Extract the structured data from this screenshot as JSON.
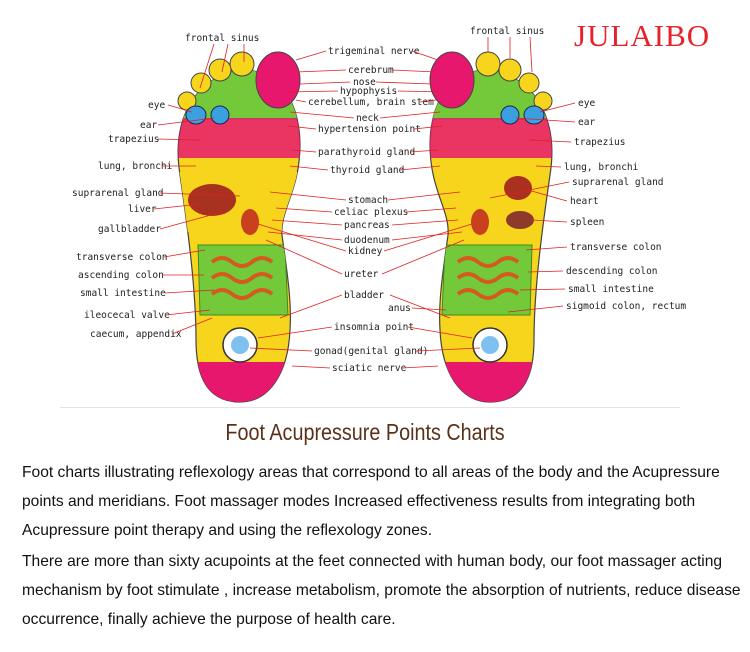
{
  "brand": "JULAIBO",
  "title": "Foot Acupressure Points Charts",
  "paragraphs": [
    "Foot charts illustrating reflexology areas that correspond to all areas of the body and the Acupressure points and meridians. Foot massager modes Increased effectiveness results from integrating both Acupressure point therapy and using the reflexology zones.",
    "There are more than sixty acupoints at the feet connected with human body, our foot massager acting mechanism by foot stimulate , increase metabolism, promote the absorption of nutrients, reduce disease occurrence, finally achieve the purpose of health care."
  ],
  "labels": {
    "left": [
      "frontal sinus",
      "eye",
      "ear",
      "trapezius",
      "lung, bronchi",
      "suprarenal gland",
      "liver",
      "gallbladder",
      "transverse colon",
      "ascending colon",
      "small intestine",
      "ileocecal valve",
      "caecum, appendix"
    ],
    "center": [
      "trigeminal nerve",
      "cerebrum",
      "nose",
      "hypophysis",
      "cerebellum, brain stem",
      "neck",
      "hypertension point",
      "parathyroid gland",
      "thyroid gland",
      "stomach",
      "celiac plexus",
      "pancreas",
      "duodenum",
      "kidney",
      "ureter",
      "bladder",
      "anus",
      "insomnia point",
      "gonad(genital gland)",
      "sciatic nerve"
    ],
    "right": [
      "frontal sinus",
      "eye",
      "ear",
      "trapezius",
      "lung, bronchi",
      "suprarenal gland",
      "heart",
      "spleen",
      "transverse colon",
      "descending colon",
      "small intestine",
      "sigmoid colon, rectum"
    ]
  },
  "colors": {
    "brand": "#e8222a",
    "title": "#5a3219",
    "sole": "#f7d51d",
    "heel": "#e8176e",
    "toes_green": "#73c93a",
    "leader": "#e02020"
  }
}
